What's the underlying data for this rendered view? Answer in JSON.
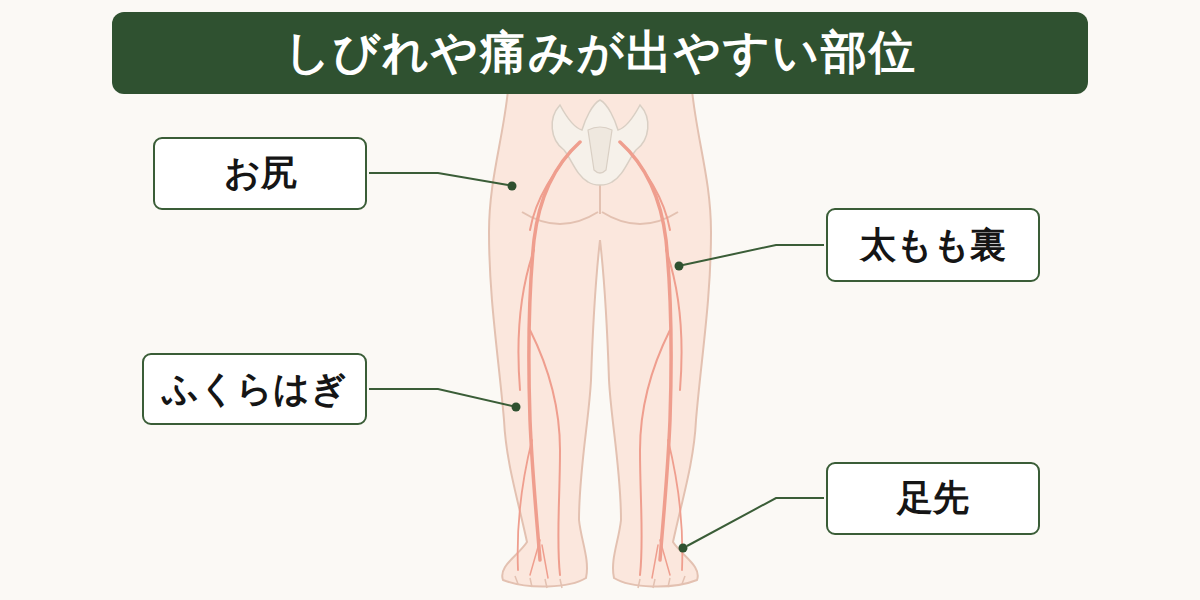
{
  "diagram": {
    "title": "しびれや痛みが出やすい部位",
    "nodes": [
      {
        "text": [
          "お尻"
        ]
      },
      {
        "text": [
          "太もも裏"
        ]
      },
      {
        "text": [
          "ふくらはぎ"
        ]
      },
      {
        "text": [
          "足先"
        ]
      }
    ]
  }
}
